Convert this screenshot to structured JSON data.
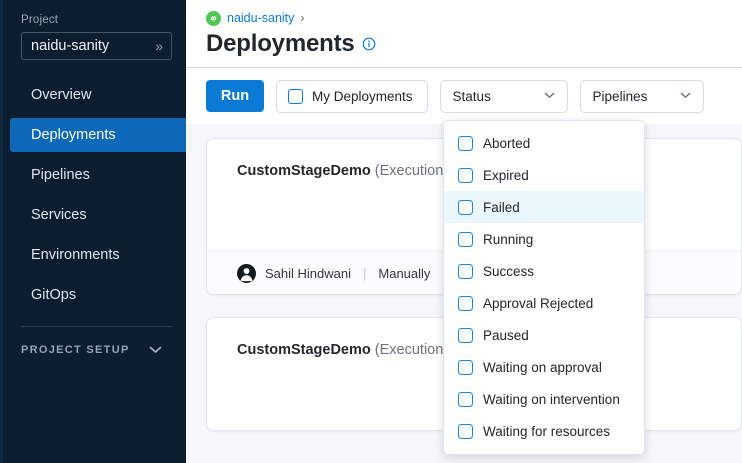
{
  "sidebar": {
    "project_label": "Project",
    "project_value": "naidu-sanity",
    "project_chevron": "»",
    "items": [
      {
        "label": "Overview",
        "selected": false
      },
      {
        "label": "Deployments",
        "selected": true
      },
      {
        "label": "Pipelines",
        "selected": false
      },
      {
        "label": "Services",
        "selected": false
      },
      {
        "label": "Environments",
        "selected": false
      },
      {
        "label": "GitOps",
        "selected": false
      }
    ],
    "section_label": "PROJECT SETUP"
  },
  "header": {
    "breadcrumb_project": "naidu-sanity",
    "breadcrumb_separator": "›",
    "title": "Deployments"
  },
  "toolbar": {
    "run_label": "Run",
    "my_deployments_label": "My Deployments",
    "status_label": "Status",
    "pipelines_label": "Pipelines",
    "chevron": "⌄"
  },
  "status_dropdown": {
    "items": [
      {
        "label": "Aborted",
        "highlighted": false
      },
      {
        "label": "Expired",
        "highlighted": false
      },
      {
        "label": "Failed",
        "highlighted": true
      },
      {
        "label": "Running",
        "highlighted": false
      },
      {
        "label": "Success",
        "highlighted": false
      },
      {
        "label": "Approval Rejected",
        "highlighted": false
      },
      {
        "label": "Paused",
        "highlighted": false
      },
      {
        "label": "Waiting on approval",
        "highlighted": false
      },
      {
        "label": "Waiting on intervention",
        "highlighted": false
      },
      {
        "label": "Waiting for resources",
        "highlighted": false
      }
    ]
  },
  "cards": [
    {
      "name": "CustomStageDemo",
      "execution_text": "(Execution Id",
      "user": "Sahil Hindwani",
      "trigger": "Manually",
      "separator": "|"
    },
    {
      "name": "CustomStageDemo",
      "execution_text": "(Execution Id"
    }
  ],
  "colors": {
    "accent_blue": "#0b7ad5",
    "sidebar_bg": "#0b1d2e",
    "sidebar_selected": "#0b69b8",
    "breadcrumb_icon_green": "#4dc952",
    "highlight_row": "#eaf7fd",
    "page_bg": "#f5f7fa"
  }
}
